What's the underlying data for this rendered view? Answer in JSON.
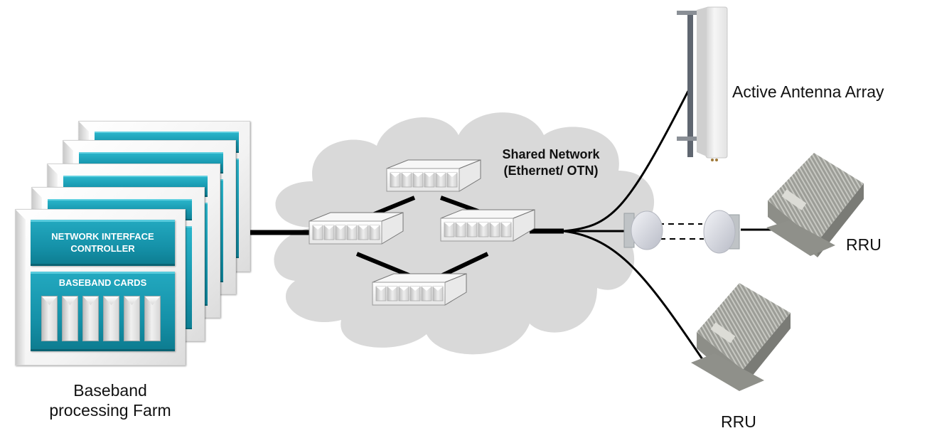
{
  "diagram": {
    "title": "Cloud RAN architecture",
    "baseband_farm": {
      "label": "Baseband processing Farm",
      "label_lines": [
        "Baseband",
        "processing Farm"
      ],
      "card_count": 5,
      "nic_label_lines": [
        "NETWORK INTERFACE",
        "CONTROLLER"
      ],
      "baseband_cards_label": "BASEBAND CARDS",
      "slot_count": 6
    },
    "network": {
      "label_lines": [
        "Shared Network",
        "(Ethernet/ OTN)"
      ],
      "switch_count": 4
    },
    "endpoints": {
      "antenna_label": "Active Antenna Array",
      "rru_top_label": "RRU",
      "rru_bottom_label": "RRU"
    },
    "links": [
      {
        "from": "baseband-farm",
        "to": "switch-left"
      },
      {
        "from": "switch-left",
        "to": "switch-top"
      },
      {
        "from": "switch-left",
        "to": "switch-bottom"
      },
      {
        "from": "switch-top",
        "to": "switch-right"
      },
      {
        "from": "switch-bottom",
        "to": "switch-right"
      },
      {
        "from": "switch-right",
        "to": "active-antenna-array"
      },
      {
        "from": "switch-right",
        "to": "microwave-link",
        "style": "wireless-dashed"
      },
      {
        "from": "microwave-link",
        "to": "rru-top"
      },
      {
        "from": "switch-right",
        "to": "rru-bottom"
      }
    ],
    "colors": {
      "teal": "#1797ae",
      "cloud": "#d9d9d9",
      "line": "#000000"
    }
  }
}
